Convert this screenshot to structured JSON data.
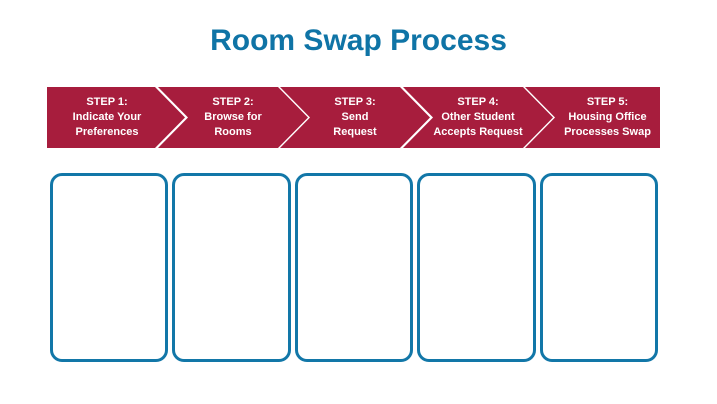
{
  "title": "Room Swap Process",
  "colors": {
    "background": "#FFFFFF",
    "title_blue": "#0F74A6",
    "banner_red": "#A71D3D",
    "card_border_blue": "#1277A8",
    "step_text_white": "#FFFFFF"
  },
  "process": {
    "steps": [
      {
        "label": "STEP 1:",
        "description": "Indicate Your\nPreferences"
      },
      {
        "label": "STEP 2:",
        "description": "Browse for\nRooms"
      },
      {
        "label": "STEP 3:",
        "description": "Send\nRequest"
      },
      {
        "label": "STEP 4:",
        "description": "Other Student\nAccepts Request"
      },
      {
        "label": "STEP 5:",
        "description": "Housing Office\nProcesses Swap"
      }
    ]
  },
  "cards": {
    "count": 5
  }
}
